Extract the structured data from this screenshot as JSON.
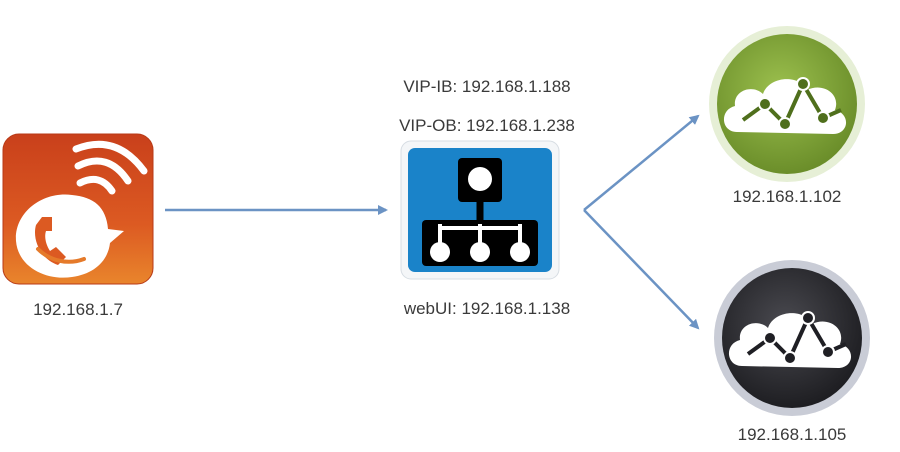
{
  "diagram": {
    "client": {
      "icon": "softphone-icon",
      "ip": "192.168.1.7"
    },
    "balancer": {
      "icon": "load-balancer-icon",
      "vip_ib": "VIP-IB: 192.168.1.188",
      "vip_ob": "VIP-OB: 192.168.1.238",
      "webui": "webUI: 192.168.1.138"
    },
    "servers": [
      {
        "icon": "cloud-server-icon",
        "status_color": "#7ea13a",
        "ip": "192.168.1.102"
      },
      {
        "icon": "cloud-server-icon",
        "status_color": "#2e2e32",
        "ip": "192.168.1.105"
      }
    ],
    "colors": {
      "arrow": "#6b93c4",
      "client_bg": "#d4451c",
      "balancer_bg": "#1a83c9"
    }
  }
}
